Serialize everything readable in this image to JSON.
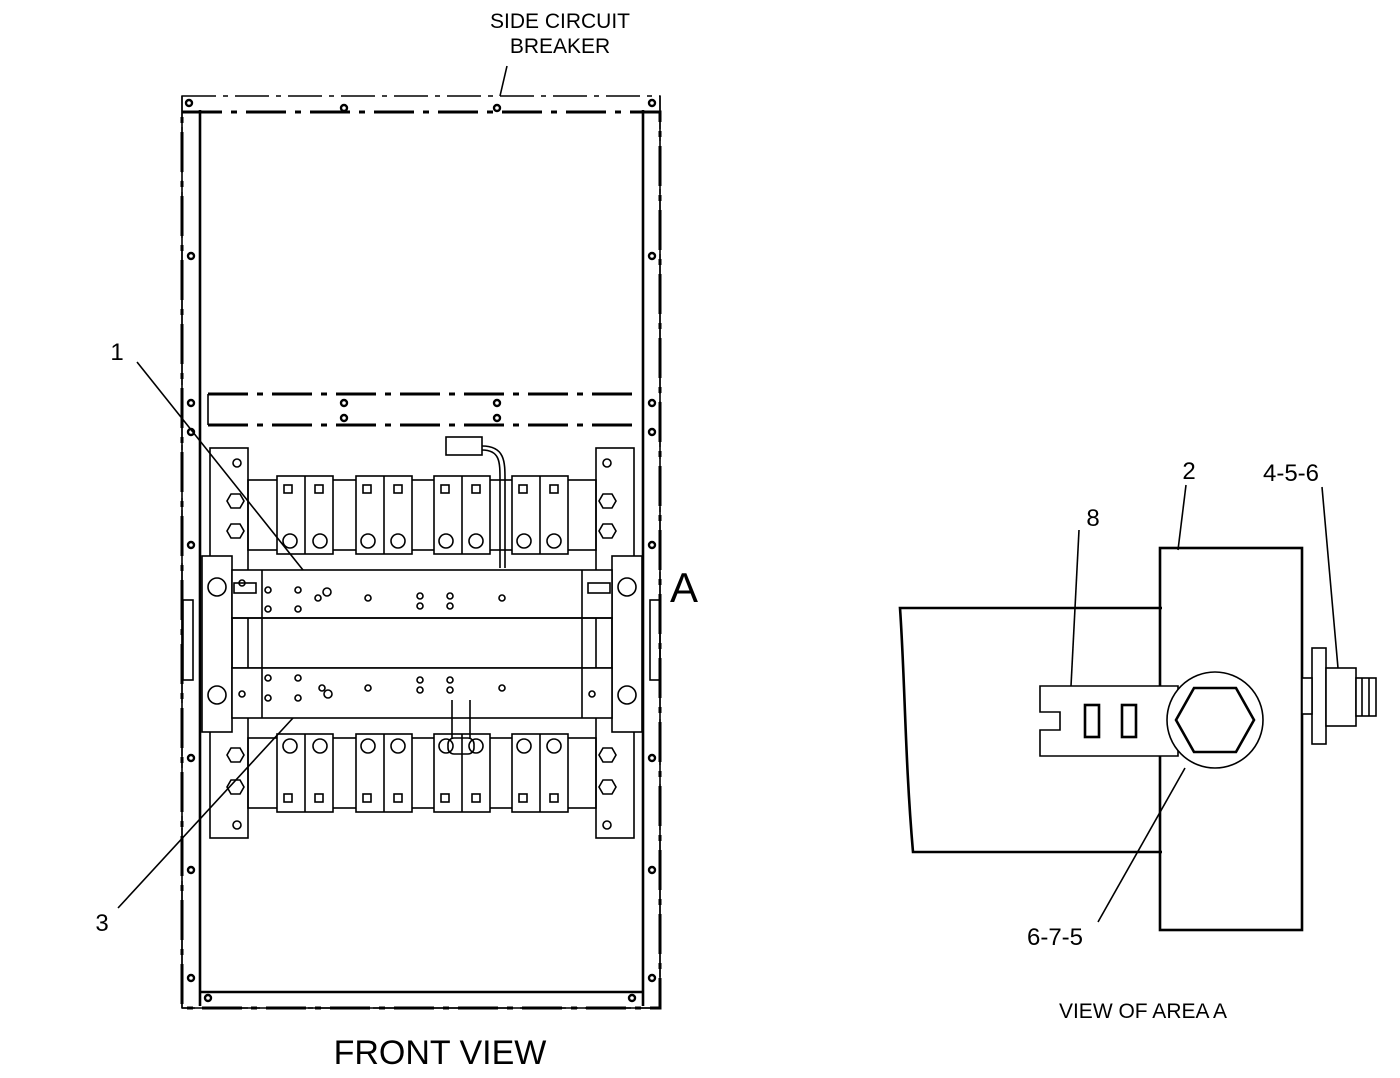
{
  "labels": {
    "side_circuit_breaker_line1": "SIDE CIRCUIT",
    "side_circuit_breaker_line2": "BREAKER",
    "callout_1": "1",
    "callout_3": "3",
    "area_marker": "A",
    "front_view": "FRONT VIEW",
    "callout_2": "2",
    "callout_8": "8",
    "callout_456": "4-5-6",
    "callout_675": "6-7-5",
    "view_of_area_a": "VIEW OF AREA A"
  }
}
